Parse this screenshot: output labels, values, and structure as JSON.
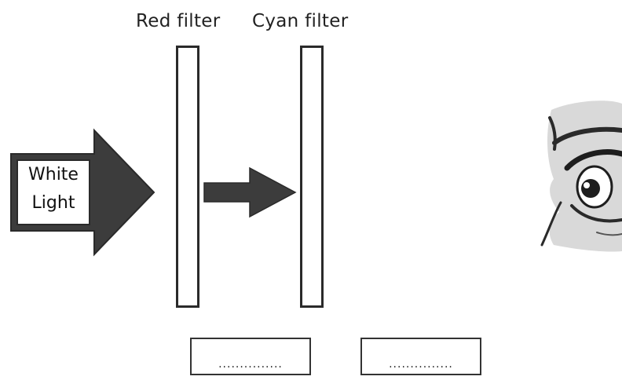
{
  "labels": {
    "red_filter": "Red filter",
    "cyan_filter": "Cyan filter",
    "white_light_line1": "White",
    "white_light_line2": "Light"
  },
  "answer_boxes": {
    "after_red": "...............",
    "after_cyan": "..............."
  },
  "colors": {
    "arrow": "#3c3c3c",
    "outline": "#2a2a2a",
    "eye_shade": "#d9d9d9"
  },
  "icons": {
    "eye": "eye-icon"
  }
}
